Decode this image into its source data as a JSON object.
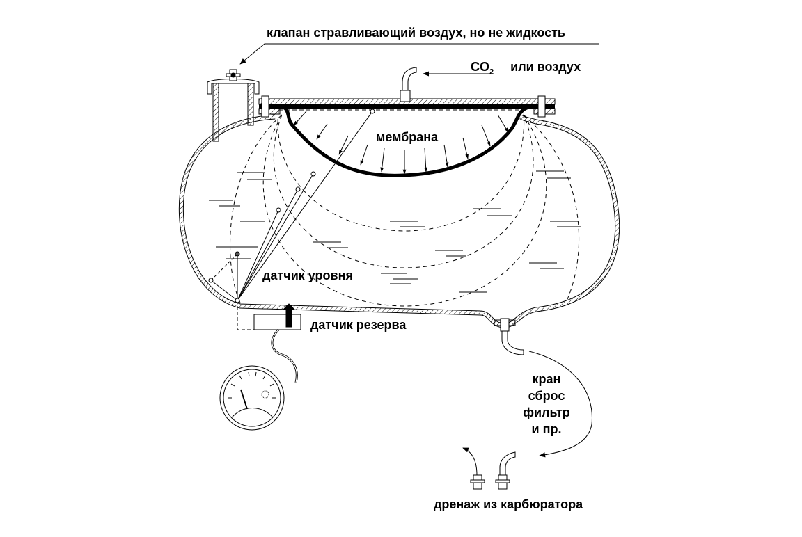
{
  "diagram": {
    "title": "Топливный бак с мембраной",
    "labels": {
      "vent_valve": "клапан стравливающий воздух, но не жидкость",
      "gas_inlet_prefix": "CO",
      "gas_inlet_sub": "2",
      "gas_inlet_suffix": "или воздух",
      "membrane": "мембрана",
      "level_sensor": "датчик уровня",
      "reserve_sensor": "датчик резерва",
      "outlet_lines": [
        "кран",
        "сброс",
        "фильтр",
        "и пр."
      ],
      "carb_drain": "дренаж из карбюратора"
    },
    "colors": {
      "ink": "#000000",
      "background": "#ffffff"
    }
  }
}
